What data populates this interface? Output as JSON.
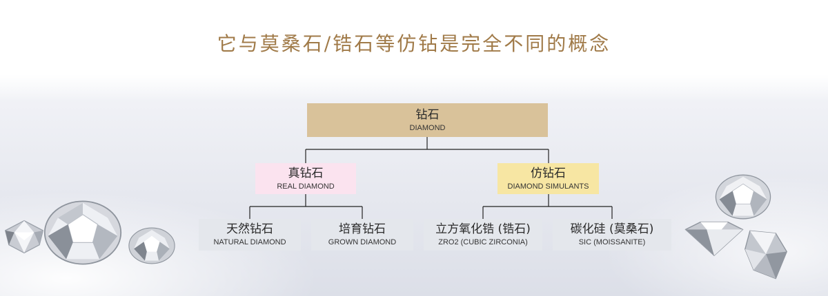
{
  "title": "它与莫桑石/锆石等仿钻是完全不同的概念",
  "tree": {
    "root": {
      "cn": "钻石",
      "en": "DIAMOND"
    },
    "real": {
      "cn": "真钻石",
      "en": "REAL DIAMOND"
    },
    "simulants": {
      "cn": "仿钻石",
      "en": "DIAMOND SIMULANTS"
    },
    "natural": {
      "cn": "天然钻石",
      "en": "NATURAL DIAMOND"
    },
    "grown": {
      "cn": "培育钻石",
      "en": "GROWN DIAMOND"
    },
    "zro2": {
      "cn": "立方氧化锆 (锆石)",
      "en": "ZRO2 (CUBIC ZIRCONIA)"
    },
    "sic": {
      "cn": "碳化硅 (莫桑石)",
      "en": "SIC (MOISSANITE)"
    }
  },
  "colors": {
    "title": "#a07a48",
    "root": "#d9c29a",
    "real": "#fbe3ef",
    "simulants": "#f7e6a3",
    "leaf": "#e4e7ec",
    "line": "#222222"
  },
  "decorations": [
    "diamond-gem-icon"
  ]
}
